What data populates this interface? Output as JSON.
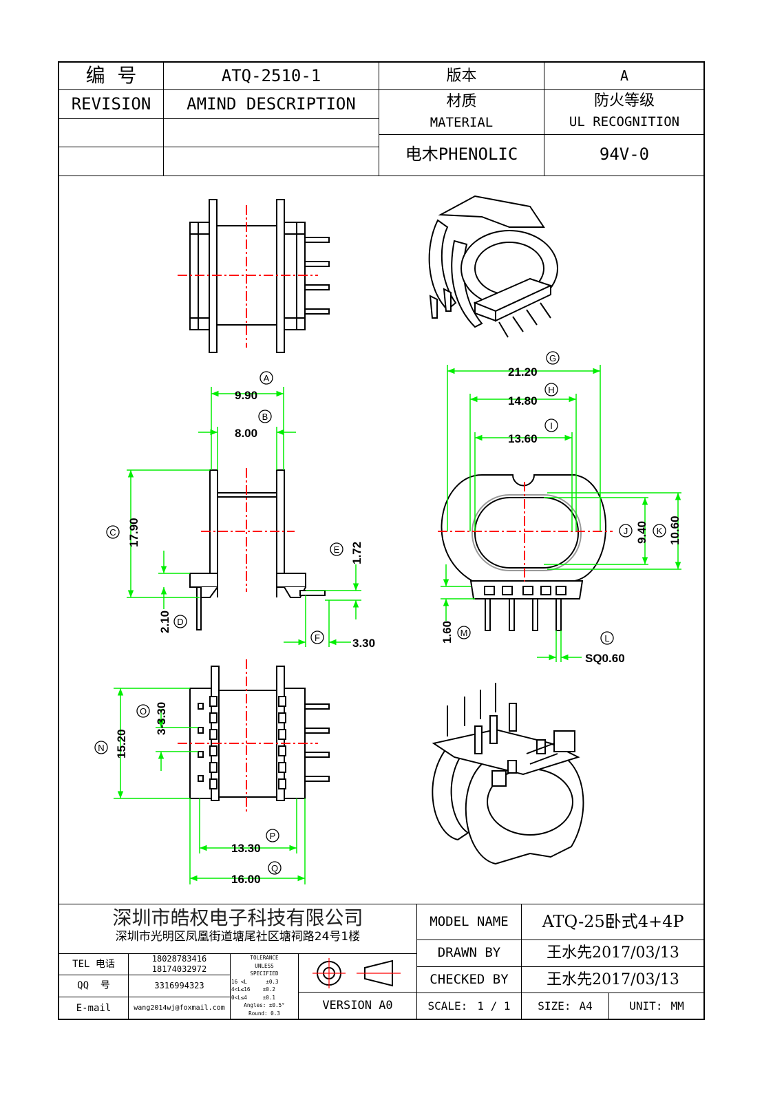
{
  "header": {
    "no_label": "编  号",
    "part_no": "ATQ-2510-1",
    "version_label": "版本",
    "version_value": "A",
    "revision_label": "REVISION",
    "amind_label": "AMIND DESCRIPTION",
    "material_cn": "材质",
    "material_en": "MATERIAL",
    "fire_cn": "防火等级",
    "fire_en": "UL RECOGNITION",
    "material_value": "电木PHENOLIC",
    "fire_value": "94V-0"
  },
  "dimensions": [
    {
      "tag": "A",
      "value": "9.90"
    },
    {
      "tag": "B",
      "value": "8.00"
    },
    {
      "tag": "C",
      "value": "17.90"
    },
    {
      "tag": "D",
      "value": "2.10"
    },
    {
      "tag": "E",
      "value": "1.72"
    },
    {
      "tag": "F",
      "value": "3.30"
    },
    {
      "tag": "G",
      "value": "21.20"
    },
    {
      "tag": "H",
      "value": "14.80"
    },
    {
      "tag": "I",
      "value": "13.60"
    },
    {
      "tag": "J",
      "value": "9.40"
    },
    {
      "tag": "K",
      "value": "10.60"
    },
    {
      "tag": "L",
      "value": "SQ0.60"
    },
    {
      "tag": "M",
      "value": "1.60"
    },
    {
      "tag": "N",
      "value": "15.20"
    },
    {
      "tag": "O",
      "value": "3-3.30"
    },
    {
      "tag": "P",
      "value": "13.30"
    },
    {
      "tag": "Q",
      "value": "16.00"
    }
  ],
  "title_block": {
    "company": "深圳市皓权电子科技有限公司",
    "address": "深圳市光明区凤凰街道塘尾社区塘祠路24号1楼",
    "tel_label": "TEL 电话",
    "tel_1": "18028783416",
    "tel_2": "18174032972",
    "qq_label": "QQ  号",
    "qq_value": "3316994323",
    "email_label": "E-mail",
    "email_value": "wang2014wj@foxmail.com",
    "tolerance": [
      "TOLERANCE",
      "UNLESS",
      "SPECIFIED",
      "16 <L      ±0.3",
      "4<L≤16    ±0.2",
      "0<L≤4     ±0.1",
      "Angles: ±0.5°",
      "Round: 0.3"
    ],
    "version": "VERSION A0",
    "model_label": "MODEL NAME",
    "model_value": "ATQ-25卧式4+4P",
    "drawn_label": "DRAWN BY",
    "drawn_value": "王水先2017/03/13",
    "checked_label": "CHECKED BY",
    "checked_value": "王水先2017/03/13",
    "scale_label": "SCALE:",
    "scale_value": "1 / 1",
    "size_label": "SIZE:",
    "size_value": "A4",
    "unit_label": "UNIT:",
    "unit_value": "MM"
  },
  "colors": {
    "dimension": "#00ee00",
    "centerline": "#ff0000",
    "outline": "#000000"
  }
}
